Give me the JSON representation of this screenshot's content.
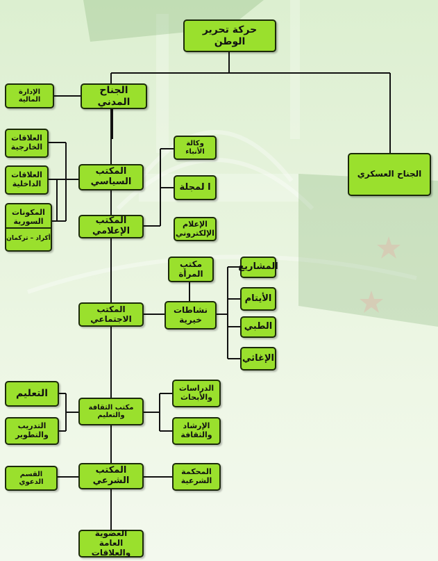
{
  "nodes": {
    "root": "حركة تحرير الوطن",
    "military": "الجناح العسكري",
    "civil": "الجناح المدني",
    "finance": "الإدارة المالية",
    "political": "المكتب السياسي",
    "foreign": "العلاقات الخارجية",
    "internal": "العلاقات الداخلية",
    "syrian_components": "المكونات السورية",
    "syrian_components_sub": "أكراد – تركمان",
    "media": "المكتب الإعلامي",
    "news_agency": "وكالة الأنباء",
    "magazine": "ا لمجلة",
    "e_media": "الإعلام الإلكتروني",
    "women": "مكتب المرأة",
    "social": "المكتب الاجتماعي",
    "charity": "نشاطات خيرية",
    "projects": "المشاريع",
    "orphans": "الأيتام",
    "medical": "الطبي",
    "relief": "الإغاثي",
    "culture": "مكتب الثقافة والتعليم",
    "education": "التعليم",
    "training": "التدريب والتطوير",
    "studies": "الدراسات والأبحاث",
    "guidance": "الإرشاد والثقافة",
    "sharia": "المكتب الشرعي",
    "dawah": "القسم الدعوي",
    "court": "المحكمة الشرعية",
    "membership": "العضوية العامة والعلاقات"
  },
  "colors": {
    "box_fill": "#9ae02d",
    "box_border": "#1b2a0a",
    "connector": "#111111",
    "background": "#e6f3dc"
  }
}
